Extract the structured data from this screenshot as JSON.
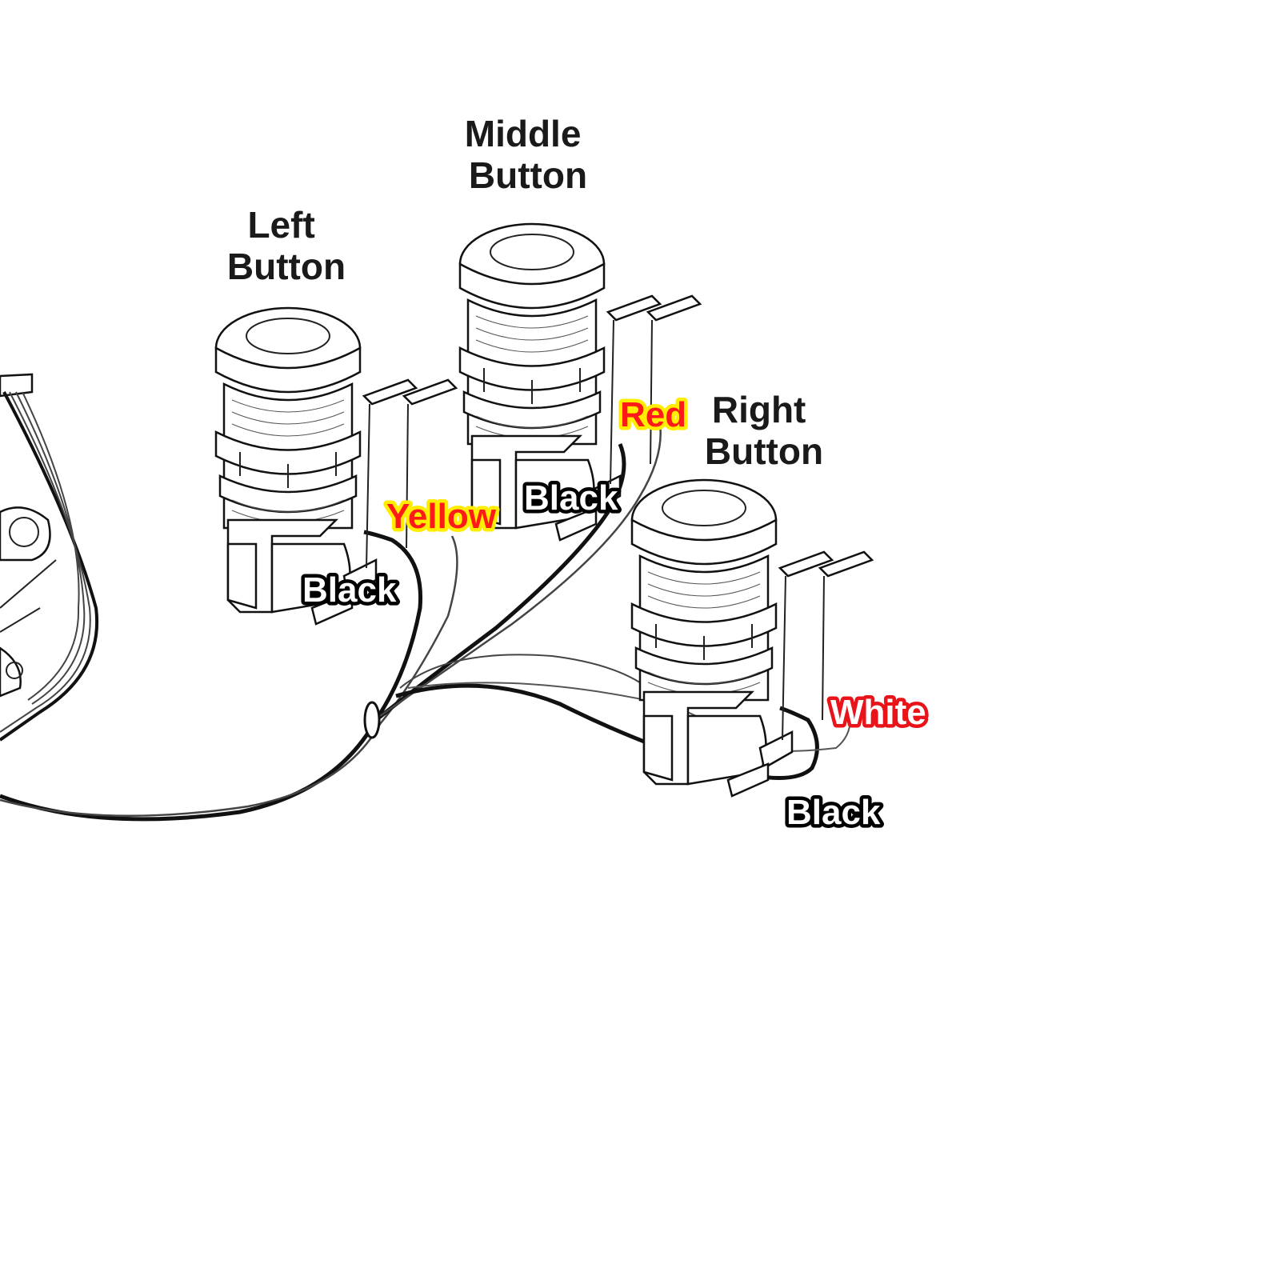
{
  "labels": {
    "left_button": [
      "Left",
      "Button"
    ],
    "middle_button": [
      "Middle",
      "Button"
    ],
    "right_button": [
      "Right",
      "Button"
    ]
  },
  "wire_labels": {
    "left_black": "Black",
    "yellow": "Yellow",
    "middle_black": "Black",
    "red": "Red",
    "white": "White",
    "right_black": "Black"
  },
  "colors": {
    "yellow_wire_text": "#ff1a1a",
    "yellow_wire_outline": "#ffee00",
    "red_wire_text": "#ff1a1a",
    "red_wire_outline": "#ffee00",
    "white_wire_text": "#ffffff",
    "white_wire_outline": "#e8141a",
    "black_wire_text": "#ffffff",
    "black_wire_outline": "#000000"
  }
}
